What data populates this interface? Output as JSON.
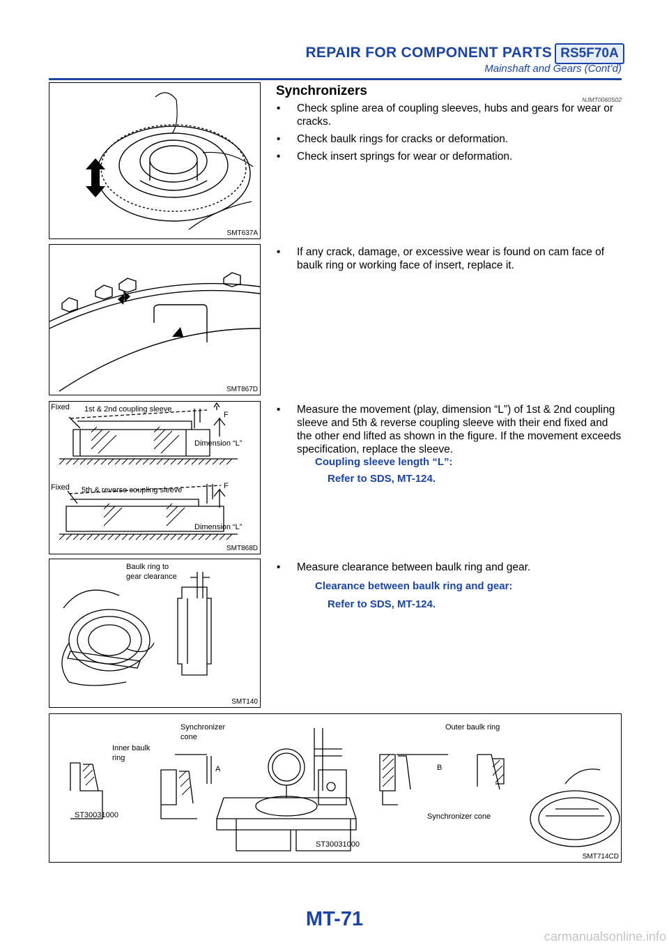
{
  "header": {
    "title": "REPAIR FOR COMPONENT PARTS",
    "model": "RS5F70A",
    "subtitle": "Mainshaft and Gears (Cont’d)"
  },
  "section": {
    "title": "Synchronizers",
    "code": "NJMT0060S02"
  },
  "blocks": [
    {
      "figure_code": "SMT637A",
      "bullets": [
        "Check spline area of coupling sleeves, hubs and gears for wear or cracks.",
        "Check baulk rings for cracks or deformation.",
        "Check insert springs for wear or deformation."
      ]
    },
    {
      "figure_code": "SMT867D",
      "bullets": [
        "If any crack, damage, or excessive wear is found on cam face of baulk ring or working face of insert, replace it."
      ]
    },
    {
      "figure_code": "SMT868D",
      "figure_labels": {
        "fixed_1": "Fixed",
        "sleeve_1": "1st & 2nd coupling sleeve",
        "f_1": "F",
        "dim_1": "Dimension “L”",
        "fixed_2": "Fixed",
        "sleeve_2": "5th & reverse coupling sleeve",
        "f_2": "F",
        "dim_2": "Dimension “L”"
      },
      "bullets": [
        "Measure the movement (play, dimension “L”) of 1st & 2nd coupling sleeve and 5th & reverse coupling sleeve with their end fixed and the other end lifted as shown in the figure. If the movement exceeds specification, replace the sleeve."
      ],
      "spec_label": "Coupling sleeve length “L”:",
      "spec_value": "Refer to SDS, MT-124."
    },
    {
      "figure_code": "SMT140",
      "figure_labels": {
        "clearance_1": "Baulk ring to",
        "clearance_2": "gear clearance"
      },
      "bullets": [
        "Measure clearance between baulk ring and gear."
      ],
      "spec_label": "Clearance between baulk ring and gear:",
      "spec_value": "Refer to SDS, MT-124."
    }
  ],
  "wide_figure": {
    "figure_code": "SMT714CD",
    "labels": {
      "inner_1": "Inner baulk",
      "inner_2": "ring",
      "sync_1": "Synchronizer",
      "sync_2": "cone",
      "a": "A",
      "tool_1": "ST30031000",
      "tool_2": "ST30031000",
      "outer": "Outer baulk ring",
      "b": "B",
      "sync_cone": "Synchronizer cone"
    }
  },
  "footer": {
    "page": "MT-71",
    "watermark": "carmanualsonline.info"
  },
  "colors": {
    "accent": "#1a44a6"
  }
}
